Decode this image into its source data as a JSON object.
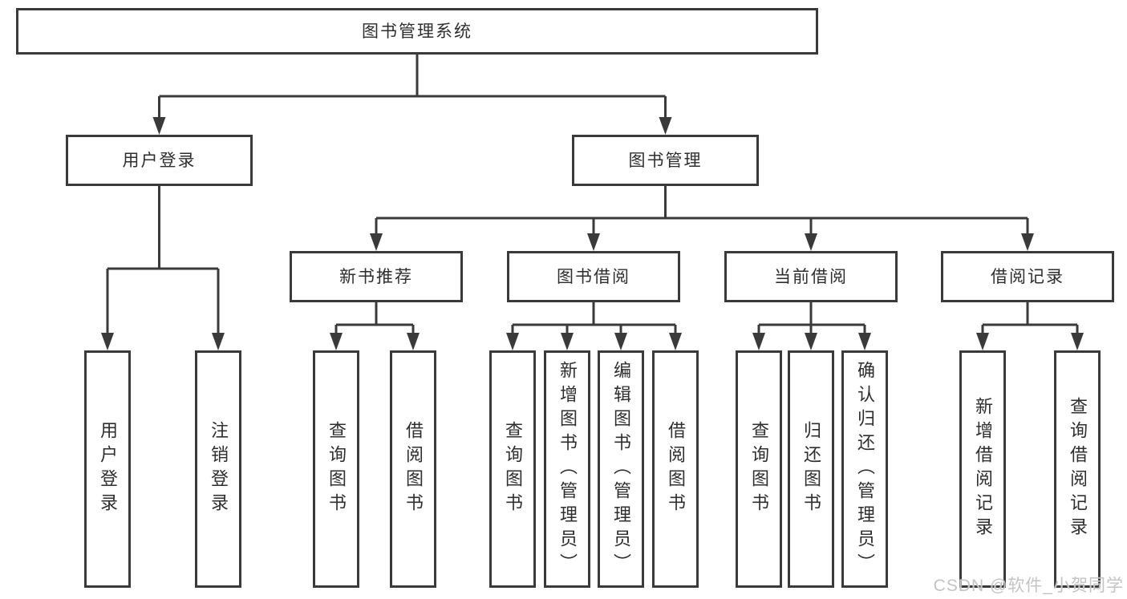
{
  "diagram": {
    "title": "图书管理系统",
    "root": {
      "label": "图书管理系统"
    },
    "level2": [
      {
        "label": "用户登录",
        "parent": "图书管理系统"
      },
      {
        "label": "图书管理",
        "parent": "图书管理系统"
      }
    ],
    "level3": [
      {
        "label": "新书推荐",
        "parent": "图书管理"
      },
      {
        "label": "图书借阅",
        "parent": "图书管理"
      },
      {
        "label": "当前借阅",
        "parent": "图书管理"
      },
      {
        "label": "借阅记录",
        "parent": "图书管理"
      }
    ],
    "leaves": [
      {
        "label": "用户登录",
        "parent": "用户登录"
      },
      {
        "label": "注销登录",
        "parent": "用户登录"
      },
      {
        "label": "查询图书",
        "parent": "新书推荐"
      },
      {
        "label": "借阅图书",
        "parent": "新书推荐"
      },
      {
        "label": "查询图书",
        "parent": "图书借阅"
      },
      {
        "label": "新增图书（管理员）",
        "parent": "图书借阅"
      },
      {
        "label": "编辑图书（管理员）",
        "parent": "图书借阅"
      },
      {
        "label": "借阅图书",
        "parent": "图书借阅"
      },
      {
        "label": "查询图书",
        "parent": "当前借阅"
      },
      {
        "label": "归还图书",
        "parent": "当前借阅"
      },
      {
        "label": "确认归还（管理员）",
        "parent": "当前借阅"
      },
      {
        "label": "新增借阅记录",
        "parent": "借阅记录"
      },
      {
        "label": "查询借阅记录",
        "parent": "借阅记录"
      }
    ],
    "colors": {
      "line": "#3a3a3a",
      "box_border": "#3a3a3a",
      "text": "#2e2e2e",
      "background": "#ffffff",
      "watermark": "#c3c3c3"
    }
  },
  "watermark": {
    "text": "CSDN @软件_小贺同学"
  }
}
